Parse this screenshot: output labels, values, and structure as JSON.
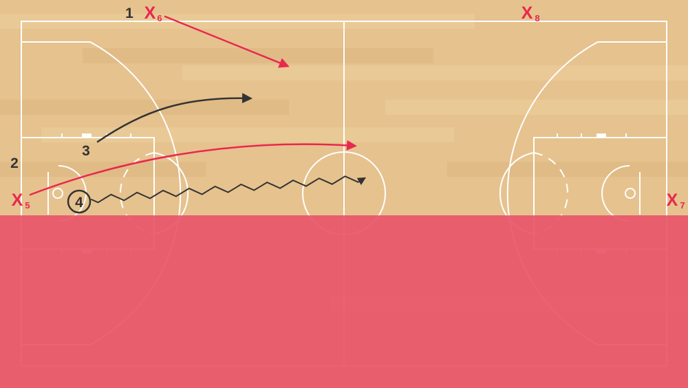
{
  "colors": {
    "floor": "#e6c28e",
    "plank_light": "#ecd09e",
    "plank_dark": "#dcb781",
    "court_line": "#ffffff",
    "offense_mark": "#333333",
    "defense_mark": "#e8284f",
    "overlay": "#e8566a"
  },
  "offense_players": [
    {
      "number": "1"
    },
    {
      "number": "2"
    },
    {
      "number": "3"
    },
    {
      "number": "4",
      "has_ball": true
    }
  ],
  "defense_players": [
    {
      "mark": "X",
      "number": "5"
    },
    {
      "mark": "X",
      "number": "6"
    },
    {
      "mark": "X",
      "number": "7"
    },
    {
      "mark": "X",
      "number": "8"
    }
  ]
}
